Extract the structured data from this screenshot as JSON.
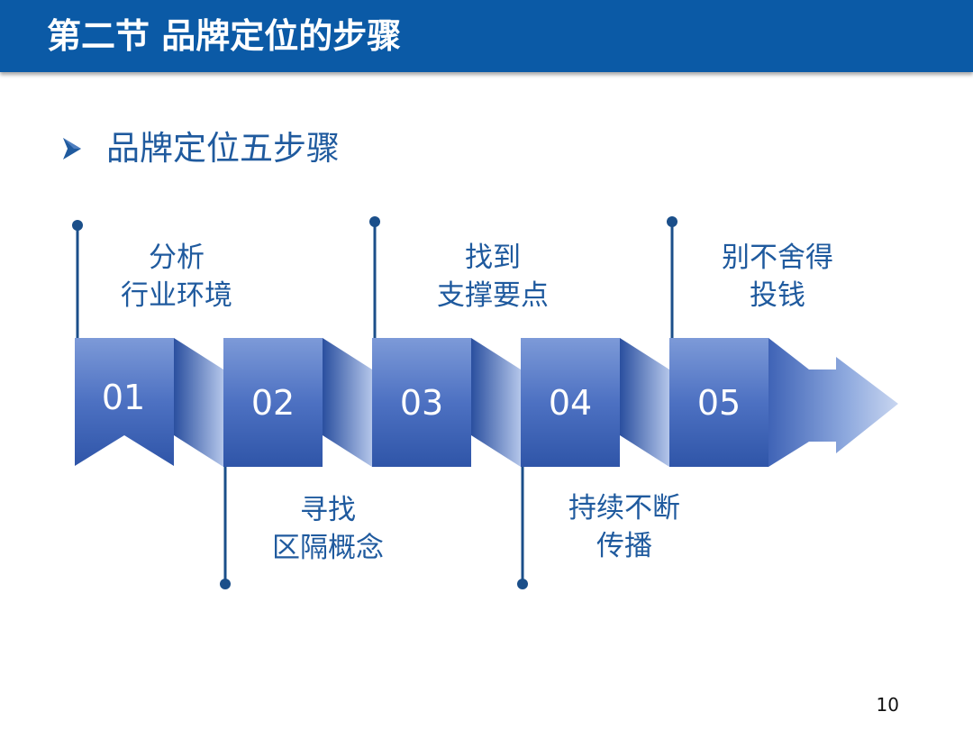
{
  "header": {
    "title": "第二节 品牌定位的步骤"
  },
  "subtitle": {
    "text": "品牌定位五步骤",
    "icon": "arrow-right-icon"
  },
  "steps": [
    {
      "number": "01",
      "line1": "分析",
      "line2": "行业环境"
    },
    {
      "number": "02",
      "line1": "寻找",
      "line2": "区隔概念"
    },
    {
      "number": "03",
      "line1": "找到",
      "line2": "支撑要点"
    },
    {
      "number": "04",
      "line1": "持续不断",
      "line2": "传播"
    },
    {
      "number": "05",
      "line1": "别不舍得",
      "line2": "投钱"
    }
  ],
  "page_number": "10",
  "colors": {
    "header": "#0b5aa6",
    "text": "#1f5a9e",
    "line": "#1b4f8a",
    "ribbon_light": "#8fa9dc",
    "ribbon_dark": "#3b5fb0"
  }
}
